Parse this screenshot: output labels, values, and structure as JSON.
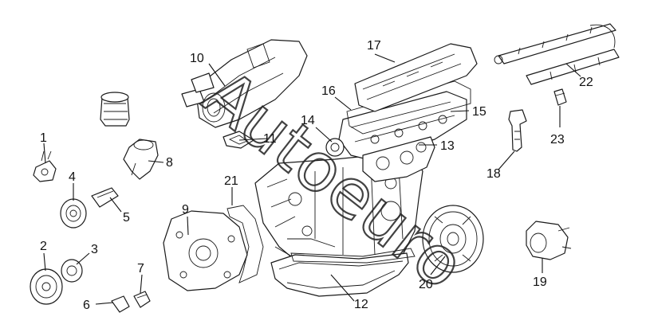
{
  "diagram": {
    "callouts": [
      {
        "id": "1",
        "label": "1"
      },
      {
        "id": "2",
        "label": "2"
      },
      {
        "id": "3",
        "label": "3"
      },
      {
        "id": "4",
        "label": "4"
      },
      {
        "id": "5",
        "label": "5"
      },
      {
        "id": "6",
        "label": "6"
      },
      {
        "id": "7",
        "label": "7"
      },
      {
        "id": "8",
        "label": "8"
      },
      {
        "id": "9",
        "label": "9"
      },
      {
        "id": "10",
        "label": "10"
      },
      {
        "id": "11",
        "label": "11"
      },
      {
        "id": "12",
        "label": "12"
      },
      {
        "id": "13",
        "label": "13"
      },
      {
        "id": "14",
        "label": "14"
      },
      {
        "id": "15",
        "label": "15"
      },
      {
        "id": "16",
        "label": "16"
      },
      {
        "id": "17",
        "label": "17"
      },
      {
        "id": "18",
        "label": "18"
      },
      {
        "id": "19",
        "label": "19"
      },
      {
        "id": "20",
        "label": "20"
      },
      {
        "id": "21",
        "label": "21"
      },
      {
        "id": "22",
        "label": "22"
      },
      {
        "id": "23",
        "label": "23"
      }
    ],
    "watermark": "Autoeuro"
  }
}
